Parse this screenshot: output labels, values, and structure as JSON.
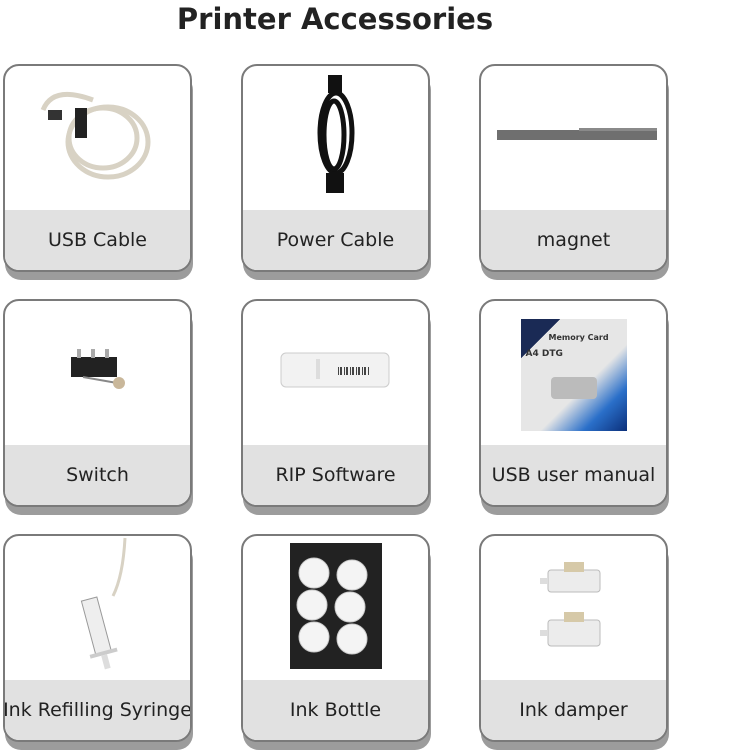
{
  "title": "Printer Accessories",
  "items": [
    {
      "label": "USB Cable",
      "icon": "usb-cable"
    },
    {
      "label": "Power Cable",
      "icon": "power-cable"
    },
    {
      "label": "magnet",
      "icon": "magnet-bar"
    },
    {
      "label": "Switch",
      "icon": "micro-switch"
    },
    {
      "label": "RIP Software",
      "icon": "usb-dongle"
    },
    {
      "label": "USB user manual",
      "icon": "memory-card-pack",
      "pack_text": "Memory Card",
      "pack_subtext": "A4 DTG"
    },
    {
      "label": "Ink Refilling Syringe",
      "icon": "syringe"
    },
    {
      "label": "Ink Bottle",
      "icon": "ink-bottles"
    },
    {
      "label": "Ink damper",
      "icon": "ink-damper"
    }
  ]
}
